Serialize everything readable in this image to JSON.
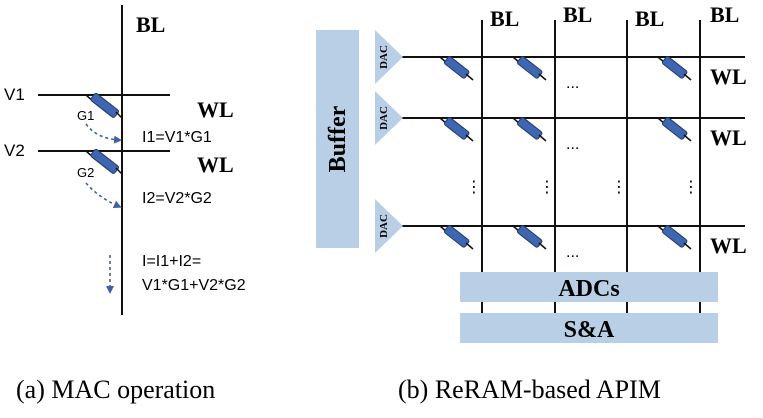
{
  "colors": {
    "line": "#111111",
    "cell_fill": "#3f66b0",
    "cell_stroke": "#23386a",
    "block_fill": "#b9cfe6",
    "arrow": "#3f5fa8"
  },
  "left": {
    "bl": "BL",
    "v1": "V1",
    "v2": "V2",
    "g1": "G1",
    "g2": "G2",
    "wl1": "WL",
    "wl2": "WL",
    "i1": "I1=V1*G1",
    "i2": "I2=V2*G2",
    "sum1": "I=I1+I2=",
    "sum2": "V1*G1+V2*G2",
    "caption": "(a) MAC operation"
  },
  "right": {
    "bl_labels": [
      "BL",
      "BL",
      "BL",
      "BL"
    ],
    "wl_labels": [
      "WL",
      "WL",
      "WL"
    ],
    "dac_label": "DAC",
    "buffer": "Buffer",
    "adcs": "ADCs",
    "sa": "S&A",
    "ellipsis_h": "...",
    "ellipsis_v": "⋮",
    "caption": "(b) ReRAM-based APIM"
  }
}
